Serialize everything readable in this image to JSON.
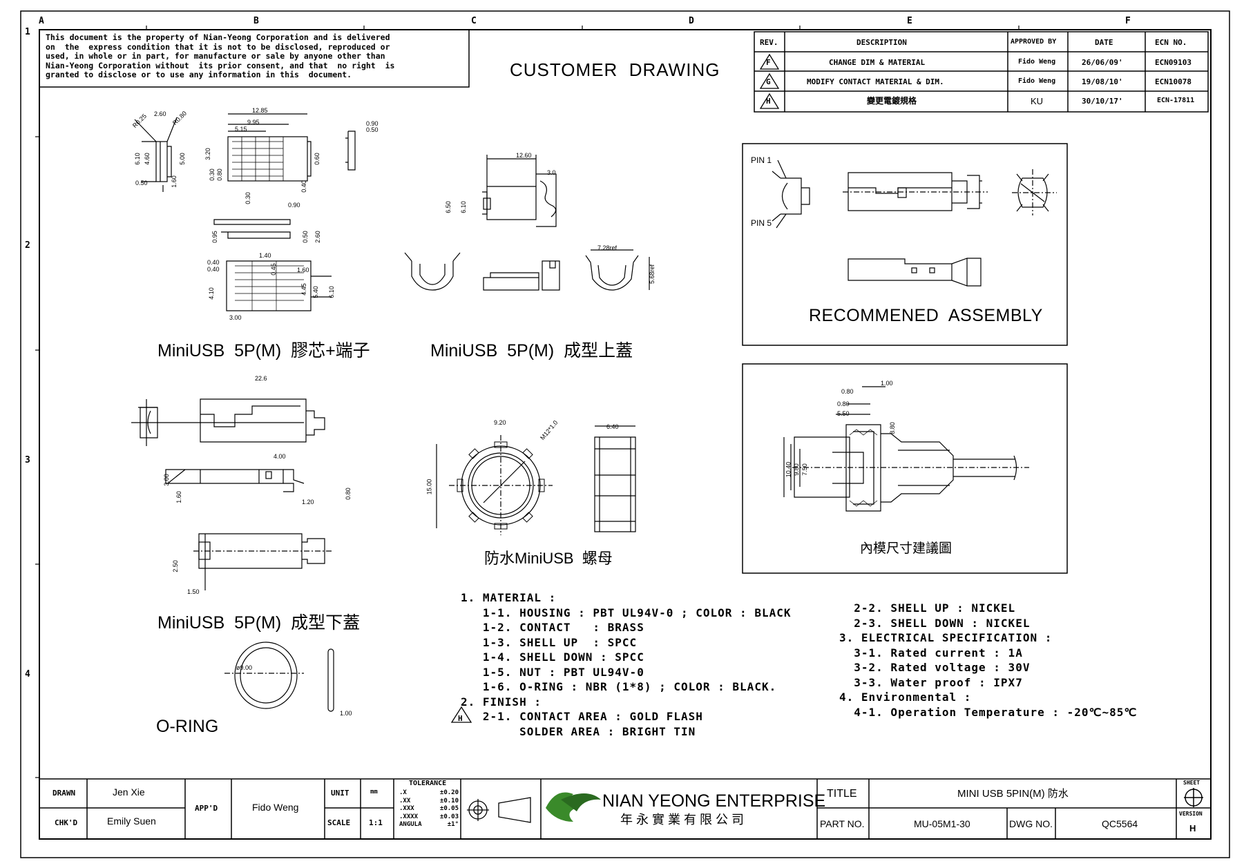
{
  "grid": {
    "columns": [
      "A",
      "B",
      "C",
      "D",
      "E",
      "F"
    ],
    "rows": [
      "1",
      "2",
      "3",
      "4"
    ]
  },
  "disclaimer": [
    "This document is the property of Nian-Yeong Corporation and is delivered",
    "on  the  express condition that it is not to be disclosed, reproduced or",
    "used, in whole or in part, for manufacture or sale by anyone other than",
    "Nian-Yeong Corporation without  its prior consent, and that  no right  is",
    "granted to disclose or to use any information in this  document."
  ],
  "drawing_title": "CUSTOMER  DRAWING",
  "revision_table": {
    "headers": [
      "REV.",
      "DESCRIPTION",
      "APPROVED BY",
      "DATE",
      "ECN NO."
    ],
    "rows": [
      {
        "rev": "F",
        "description": "CHANGE DIM & MATERIAL",
        "approved": "Fido Weng",
        "date": "26/06/09'",
        "ecn": "ECN09103"
      },
      {
        "rev": "G",
        "description": "MODIFY CONTACT MATERIAL & DIM.",
        "approved": "Fido Weng",
        "date": "19/08/10'",
        "ecn": "ECN10078"
      },
      {
        "rev": "H",
        "description": "變更電鍍規格",
        "approved": "KU",
        "date": "30/10/17'",
        "ecn": "ECN-17811"
      }
    ]
  },
  "views": {
    "view1_caption": "MiniUSB  5P(M)  膠芯+端子",
    "view2_caption": "MiniUSB  5P(M)  成型上蓋",
    "view3_caption": "MiniUSB  5P(M)  成型下蓋",
    "view4_caption": "防水MiniUSB  螺母",
    "view5_caption": "O-RING",
    "assembly_caption": "RECOMMENED  ASSEMBLY",
    "assembly_pin1": "PIN 1",
    "assembly_pin5": "PIN 5",
    "mold_caption": "內模尺寸建議圖"
  },
  "dimensions": {
    "v1": [
      "R0.25",
      "2.60",
      "R0.80",
      "6.10",
      "4.60",
      "5.00",
      "0.50",
      "1.60",
      "12.85",
      "9.95",
      "5.15",
      "3.20",
      "0.30",
      "0.80",
      "0.60",
      "0.40",
      "0.90",
      "0.50",
      "0.30",
      "0.90",
      "0.95",
      "0.50",
      "2.60",
      "1.40",
      "0.40",
      "0.40",
      "0.45",
      "1.60",
      "4.10",
      "4.45",
      "5.40",
      "6.10",
      "3.00"
    ],
    "v2": [
      "12.60",
      "3.0",
      "6.50",
      "6.10",
      "7.28ref",
      "5.68ref"
    ],
    "v3": [
      "22.6",
      "4.00",
      "3.00",
      "1.60",
      "1.20",
      "0.80",
      "2.50",
      "1.50"
    ],
    "v4": [
      "9.20",
      "M12*1.0",
      "15.00",
      "6.40"
    ],
    "v5": [
      "ø9.00",
      "1.00"
    ],
    "mold": [
      "1.00",
      "0.80",
      "0.80",
      "5.50",
      "8.80",
      "10.40",
      "9.80",
      "7.50"
    ]
  },
  "notes": {
    "left": [
      "1. MATERIAL :",
      "   1-1. HOUSING : PBT UL94V-0 ; COLOR : BLACK",
      "   1-2. CONTACT   : BRASS",
      "   1-3. SHELL UP  : SPCC",
      "   1-4. SHELL DOWN : SPCC",
      "   1-5. NUT : PBT UL94V-0",
      "   1-6. O-RING : NBR (1*8) ; COLOR : BLACK.",
      "2. FINISH :",
      "   2-1. CONTACT AREA : GOLD FLASH",
      "        SOLDER AREA : BRIGHT TIN"
    ],
    "right": [
      "  2-2. SHELL UP : NICKEL",
      "  2-3. SHELL DOWN : NICKEL",
      "3. ELECTRICAL SPECIFICATION :",
      "  3-1. Rated current : 1A",
      "  3-2. Rated voltage : 30V",
      "  3-3. Water proof : IPX7",
      "4. Environmental :",
      "  4-1. Operation Temperature : -20℃~85℃"
    ],
    "finish_rev": "H"
  },
  "title_block": {
    "drawn_label": "DRAWN",
    "drawn_value": "Jen Xie",
    "chkd_label": "CHK'D",
    "chkd_value": "Emily Suen",
    "appd_label": "APP'D",
    "appd_value": "Fido Weng",
    "unit_label": "UNIT",
    "unit_value": "mm",
    "scale_label": "SCALE",
    "scale_value": "1:1",
    "tolerance_label": "TOLERANCE",
    "tolerance_rows": [
      {
        "k": ".X",
        "v": "±0.20"
      },
      {
        "k": ".XX",
        "v": "±0.10"
      },
      {
        "k": ".XXX",
        "v": "±0.05"
      },
      {
        "k": ".XXXX",
        "v": "±0.03"
      },
      {
        "k": "ANGULA",
        "v": "±1°"
      }
    ],
    "company_en": "NIAN YEONG ENTERPRISE",
    "company_zh": "年 永 實 業 有 限 公 司",
    "title_label": "TITLE",
    "title_value": "MINI USB 5PIN(M) 防水",
    "partno_label": "PART NO.",
    "partno_value": "MU-05M1-30",
    "dwgno_label": "DWG NO.",
    "dwgno_value": "QC5564",
    "sheet_label": "SHEET",
    "version_label": "VERSION",
    "version_value": "H"
  }
}
